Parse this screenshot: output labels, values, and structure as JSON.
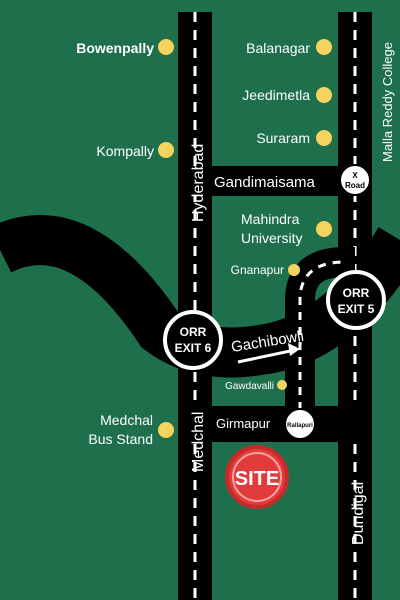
{
  "colors": {
    "background": "#1e6f4b",
    "road": "#000000",
    "road_dash": "#ffffff",
    "marker": "#f4d35e",
    "site": "#e23b3b",
    "text": "#ffffff"
  },
  "roads": {
    "left_vertical_top": "Hyderabad",
    "left_vertical_bottom": "Medchal",
    "right_vertical": "Dundigal",
    "cross_road": "Gandimaisama",
    "ring_road": "Gachibowli",
    "lower_road": "Girmapur",
    "far_right_label": "Malla Reddy College"
  },
  "junctions": {
    "orr_exit_6": {
      "line1": "ORR",
      "line2": "EXIT 6"
    },
    "orr_exit_5": {
      "line1": "ORR",
      "line2": "EXIT 5"
    },
    "x_road": {
      "line1": "X",
      "line2": "Road"
    },
    "rallapuri": "Rallapuri"
  },
  "places": {
    "bowenpally": "Bowenpally",
    "kompally": "Kompally",
    "balanagar": "Balanagar",
    "jeedimetla": "Jeedimetla",
    "suraram": "Suraram",
    "mahindra_line1": "Mahindra",
    "mahindra_line2": "University",
    "gnanapur": "Gnanapur",
    "gawdavalli": "Gawdavalli",
    "medchal_line1": "Medchal",
    "medchal_line2": "Bus Stand"
  },
  "site_label": "SITE"
}
